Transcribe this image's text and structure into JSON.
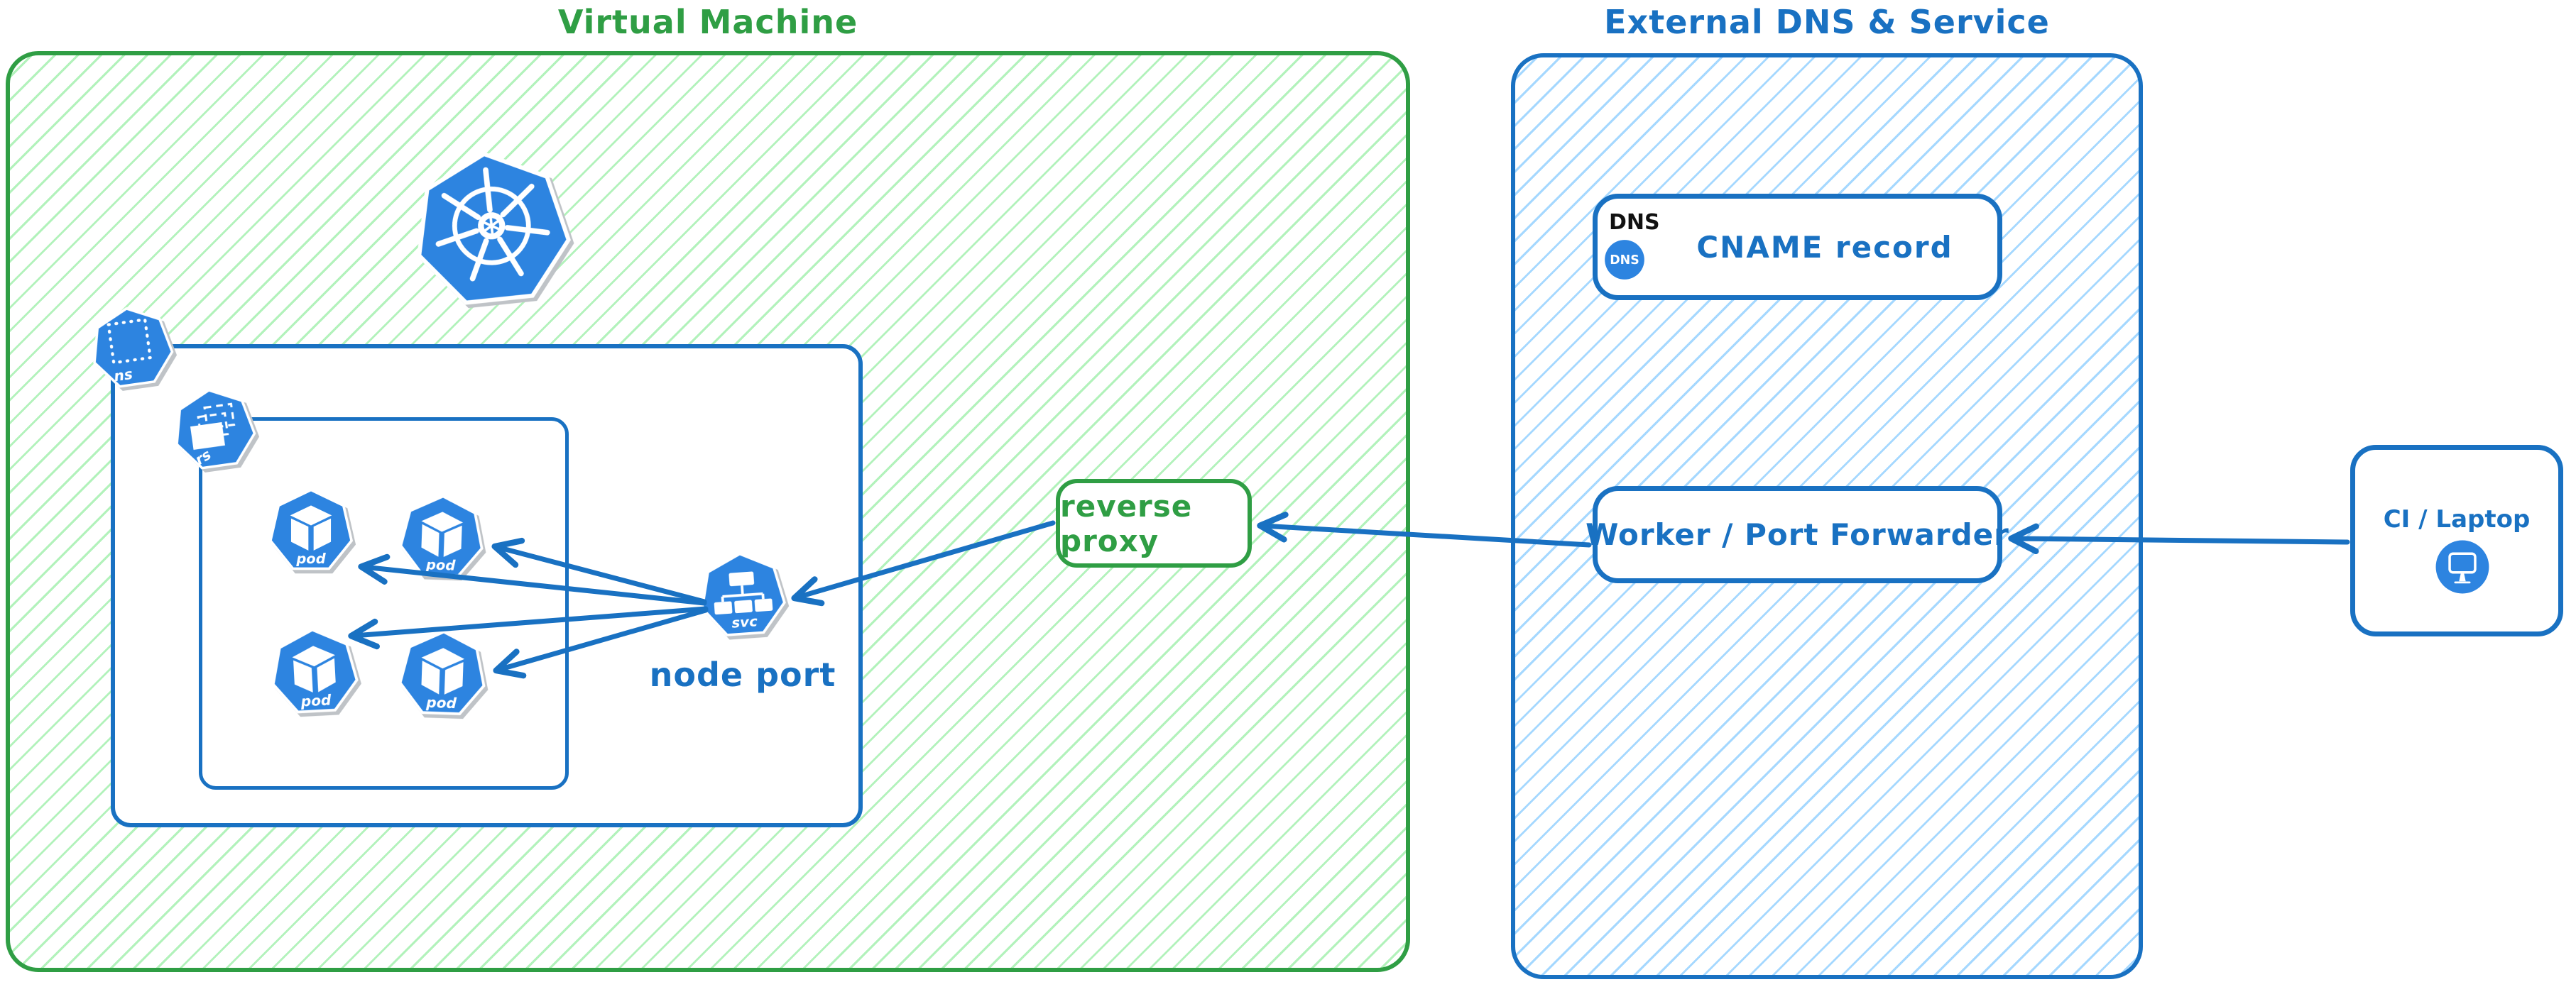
{
  "colors": {
    "green": "#2f9e44",
    "green-hatch": "#b2f2bb",
    "blue": "#1971c2",
    "blue-hatch": "#a5d8ff",
    "icon-blue": "#2d84e0",
    "shadow": "#bfc3c7",
    "tag-black": "#111111"
  },
  "vm": {
    "title": "Virtual Machine",
    "node_port_label": "node port",
    "reverse_proxy_label": "reverse proxy"
  },
  "icons": {
    "namespace": "ns",
    "replicaset": "rs",
    "pod": "pod",
    "service": "svc"
  },
  "external": {
    "title": "External DNS & Service",
    "dns_tag": "DNS",
    "dns_badge": "DNS",
    "cname_label": "CNAME record",
    "worker_label": "Worker / Port Forwarder"
  },
  "ci": {
    "label": "CI / Laptop"
  },
  "edges": [
    {
      "from": "ci-laptop",
      "to": "worker-port-forwarder"
    },
    {
      "from": "worker-port-forwarder",
      "to": "reverse-proxy"
    },
    {
      "from": "reverse-proxy",
      "to": "node-port-service"
    },
    {
      "from": "node-port-service",
      "to": "pod-1"
    },
    {
      "from": "node-port-service",
      "to": "pod-2"
    },
    {
      "from": "node-port-service",
      "to": "pod-3"
    },
    {
      "from": "node-port-service",
      "to": "pod-4"
    }
  ]
}
